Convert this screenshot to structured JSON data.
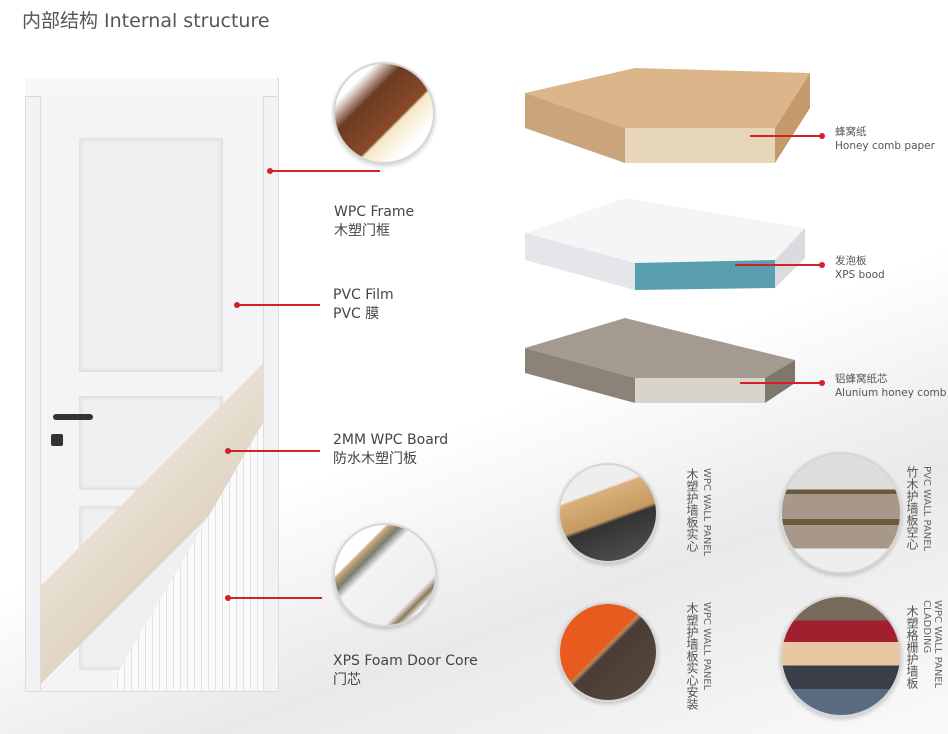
{
  "title": "内部结构 Internal structure",
  "door_labels": [
    {
      "en": "WPC Frame",
      "cn": "木塑门框"
    },
    {
      "en": "PVC Film",
      "cn": "PVC 膜"
    },
    {
      "en": "2MM WPC Board",
      "cn": "防水木塑门板"
    },
    {
      "en": "XPS Foam Door Core",
      "cn": "门芯"
    }
  ],
  "cores": [
    {
      "cn": "蜂窝纸",
      "en": "Honey comb paper"
    },
    {
      "cn": "发泡板",
      "en": "XPS bood"
    },
    {
      "cn": "铝蜂窝纸芯",
      "en": "Alunium honey comb"
    }
  ],
  "panels": [
    {
      "en": "WPC WALL PANEL",
      "cn": "木塑护墙板实心"
    },
    {
      "en": "PVC WALL PANEL",
      "cn": "竹木护墙板空心"
    },
    {
      "en": "WPC WALL PANEL",
      "cn": "木塑护墙板实心安装"
    },
    {
      "en": "WPC WALL PANEL CLADDING",
      "cn": "木塑格栅护墙板"
    }
  ],
  "colors": {
    "accent": "#d42027"
  }
}
